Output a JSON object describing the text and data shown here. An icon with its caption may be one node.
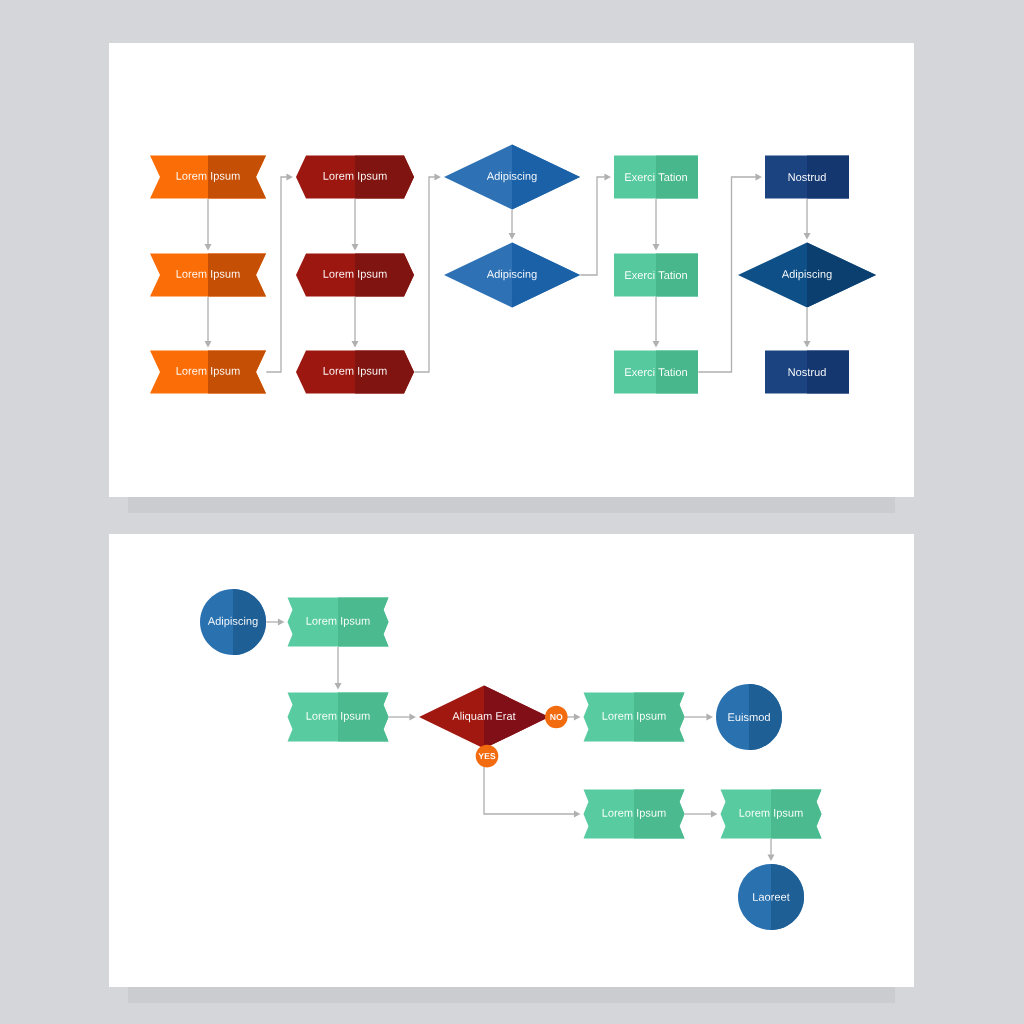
{
  "diagram": {
    "nodes": [
      {
        "text": [
          "Lorem Ipsum"
        ]
      },
      {
        "text": [
          "Lorem Ipsum"
        ]
      },
      {
        "text": [
          "Lorem Ipsum"
        ]
      },
      {
        "text": [
          "Lorem Ipsum"
        ]
      },
      {
        "text": [
          "Lorem Ipsum"
        ]
      },
      {
        "text": [
          "Lorem Ipsum"
        ]
      },
      {
        "text": [
          "Adipiscing"
        ]
      },
      {
        "text": [
          "Adipiscing"
        ]
      },
      {
        "text": [
          "Exerci Tation"
        ]
      },
      {
        "text": [
          "Exerci Tation"
        ]
      },
      {
        "text": [
          "Exerci Tation"
        ]
      },
      {
        "text": [
          "Nostrud"
        ]
      },
      {
        "text": [
          "Adipiscing"
        ]
      },
      {
        "text": [
          "Nostrud"
        ]
      },
      {
        "text": [
          "Adipiscing"
        ]
      },
      {
        "text": [
          "Lorem Ipsum"
        ]
      },
      {
        "text": [
          "Lorem Ipsum"
        ]
      },
      {
        "text": [
          "Aliquam Erat"
        ]
      },
      {
        "text": [
          "Lorem Ipsum"
        ]
      },
      {
        "text": [
          "Euismod"
        ]
      },
      {
        "text": [
          "Lorem Ipsum"
        ]
      },
      {
        "text": [
          "Lorem Ipsum"
        ]
      },
      {
        "text": [
          "Laoreet"
        ]
      }
    ],
    "edges": [
      {
        "from": 0,
        "to": 1,
        "arrow": "to"
      },
      {
        "from": 1,
        "to": 2,
        "arrow": "to"
      },
      {
        "from": 2,
        "to": 3,
        "arrow": "to"
      },
      {
        "from": 3,
        "to": 4,
        "arrow": "to"
      },
      {
        "from": 4,
        "to": 5,
        "arrow": "to"
      },
      {
        "from": 5,
        "to": 6,
        "arrow": "to"
      },
      {
        "from": 6,
        "to": 7,
        "arrow": "to"
      },
      {
        "from": 7,
        "to": 8,
        "arrow": "to"
      },
      {
        "from": 8,
        "to": 9,
        "arrow": "to"
      },
      {
        "from": 9,
        "to": 10,
        "arrow": "to"
      },
      {
        "from": 10,
        "to": 11,
        "arrow": "to"
      },
      {
        "from": 11,
        "to": 12,
        "arrow": "to"
      },
      {
        "from": 12,
        "to": 13,
        "arrow": "to"
      },
      {
        "from": 14,
        "to": 15,
        "arrow": "to"
      },
      {
        "from": 15,
        "to": 16,
        "arrow": "to"
      },
      {
        "from": 16,
        "to": 17,
        "arrow": "to"
      },
      {
        "from": 17,
        "to": 18,
        "arrow": "to",
        "label": "NO"
      },
      {
        "from": 18,
        "to": 19,
        "arrow": "to"
      },
      {
        "from": 17,
        "to": 20,
        "arrow": "to",
        "label": "YES"
      },
      {
        "from": 20,
        "to": 21,
        "arrow": "to"
      },
      {
        "from": 21,
        "to": 22,
        "arrow": "to"
      }
    ]
  }
}
